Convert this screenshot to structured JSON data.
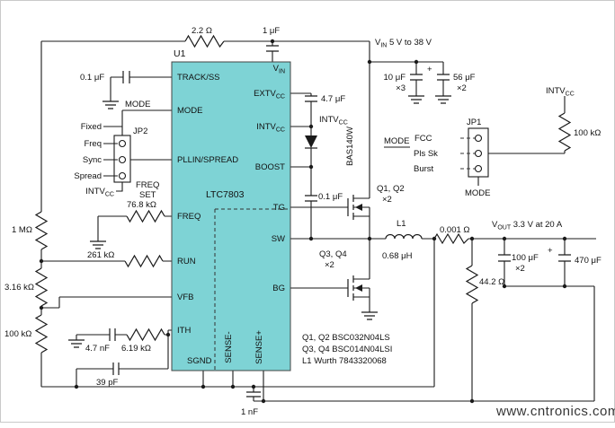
{
  "ic": {
    "refdes": "U1",
    "part": "LTC7803",
    "pin_track_ss": "TRACK/SS",
    "pin_mode": "MODE",
    "pin_pllin": "PLLIN/SPREAD",
    "pin_freq": "FREQ",
    "pin_run": "RUN",
    "pin_vfb": "VFB",
    "pin_ith": "ITH",
    "pin_sgnd": "SGND",
    "pin_sense_minus": "SENSE-",
    "pin_sense_plus": "SENSE+",
    "pin_vin_main": "V",
    "pin_vin_sub": "IN",
    "pin_extvcc_main": "EXTV",
    "pin_extvcc_sub": "CC",
    "pin_intvcc_main": "INTV",
    "pin_intvcc_sub": "CC",
    "pin_boost": "BOOST",
    "pin_tg": "TG",
    "pin_sw": "SW",
    "pin_bg": "BG"
  },
  "input": {
    "r_filter": "2.2 Ω",
    "c_filter": "1 μF",
    "vin_main": "V",
    "vin_sub": "IN",
    "vin_rest": " 5 V to 38 V",
    "cin1": "10 μF",
    "cin1_qty": "×3",
    "cin2_plus": "+",
    "cin2": "56 μF",
    "cin2_qty": "×2"
  },
  "mode_select": {
    "net_label": "MODE",
    "jp1": "JP1",
    "opt1": "FCC",
    "opt2": "Pls Sk",
    "opt3": "Burst",
    "mode_bottom": "MODE",
    "intvcc_main": "INTV",
    "intvcc_sub": "CC",
    "r_pullup": "100 kΩ"
  },
  "left": {
    "c_ss": "0.1 μF",
    "mode_net": "MODE",
    "jp2": "JP2",
    "fixed": "Fixed",
    "freq": "Freq",
    "sync": "Sync",
    "spread": "Spread",
    "intvcc_main": "INTV",
    "intvcc_sub": "CC",
    "freq_set_1": "FREQ",
    "freq_set_2": "SET",
    "freq_set_3": "76.8 kΩ",
    "r_top": "1 MΩ",
    "r_run": "261 kΩ",
    "r_fb1": "3.16 kΩ",
    "r_fb2": "100 kΩ",
    "c_ith": "4.7 nF",
    "r_ith": "6.19 kΩ",
    "c_ith2": "39 pF"
  },
  "power": {
    "c_ext": "4.7 μF",
    "intvcc_main": "INTV",
    "intvcc_sub": "CC",
    "diode": "BAS140W",
    "c_boost": "0.1 μF",
    "q12": "Q1, Q2",
    "q12_qty": "×2",
    "q34": "Q3, Q4",
    "q34_qty": "×2",
    "l1": "L1",
    "l1_val": "0.68 μH",
    "r_sense": "0.001 Ω",
    "r_sp": "44.2 Ω",
    "c_sense": "1 nF"
  },
  "output": {
    "vout_main": "V",
    "vout_sub": "OUT",
    "vout_rest": " 3.3 V at 20 A",
    "cout1": "100 μF",
    "cout1_qty": "×2",
    "cout2_plus": "+",
    "cout2": "470 μF"
  },
  "notes": {
    "line1": "Q1, Q2 BSC032N04LS",
    "line2": "Q3, Q4 BSC014N04LSI",
    "line3": "L1 Wurth 7843320068"
  },
  "watermark": "www.cntronics.com",
  "colors": {
    "ic_fill": "#7ed3d5",
    "watermark": "#8dc63f"
  }
}
